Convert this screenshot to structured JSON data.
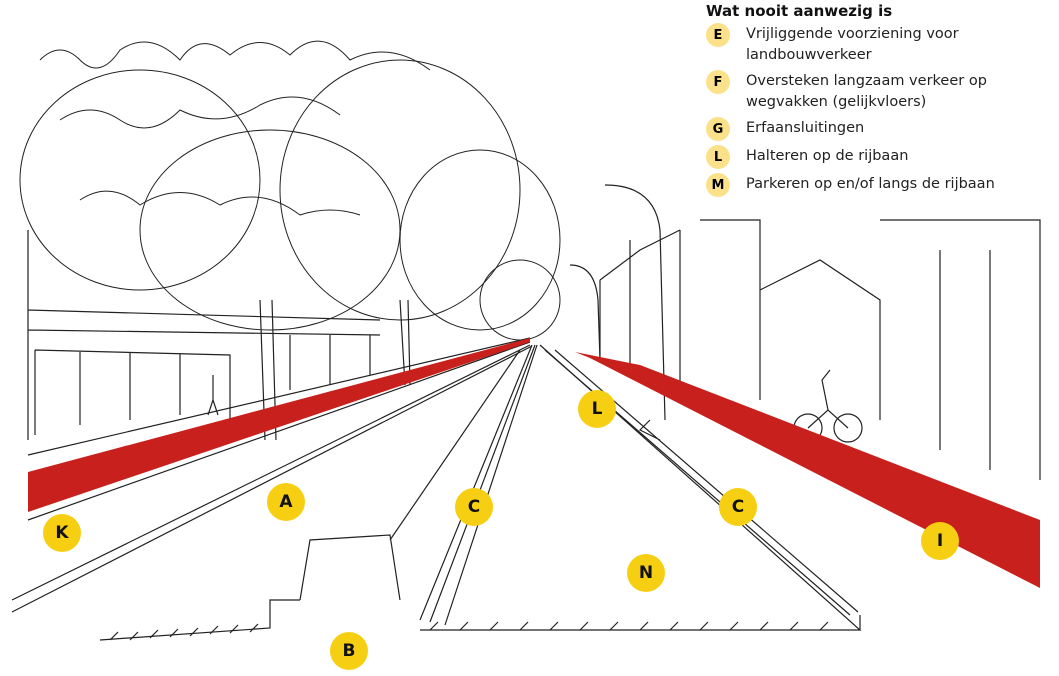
{
  "legend": {
    "title": "Wat nooit aanwezig is",
    "items": [
      {
        "key": "E",
        "text": "Vrijliggende voorziening voor landbouwverkeer"
      },
      {
        "key": "F",
        "text": "Oversteken langzaam verkeer op wegvakken (gelijkvloers)"
      },
      {
        "key": "G",
        "text": "Erfaansluitingen"
      },
      {
        "key": "L",
        "text": "Halteren op de rijbaan"
      },
      {
        "key": "M",
        "text": "Parkeren op en/of langs de rijbaan"
      }
    ]
  },
  "markers": [
    "K",
    "A",
    "C",
    "L",
    "C",
    "N",
    "I",
    "B"
  ],
  "colors": {
    "marker": "#f7cf12",
    "legend_badge": "#fbe28a",
    "bike_lane": "#c8201c"
  }
}
